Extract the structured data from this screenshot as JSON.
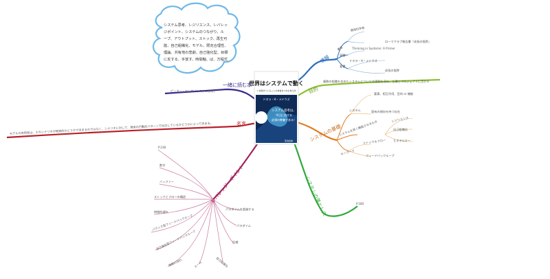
{
  "cloud": {
    "lines": [
      "システム思考、レジリエンス、レバレッ",
      "ジポイント、システムのつながり、ル",
      "ープ、アウトプット、ストック、再生可",
      "能、自己組織化、モデル、限定合理性、",
      "理論、共有地の悲劇、自己強化型、目標",
      "に反する、手放す、時間軸、ば、方程式"
    ]
  },
  "center": {
    "title": "世界はシステムで動く",
    "subtitle": "いま起きていることの本質をつかむ考え方",
    "author": "ドネラ・H・メドウズ",
    "bubble1": "システム思考は、",
    "bubble2": "今日における",
    "bubble3": "必須の教養である！",
    "publisher": "英治出版"
  },
  "branches": {
    "info": {
      "label": "情報",
      "children": [
        {
          "label": "著者",
          "leaves": [
            "環境科学者",
            "ローマクラブ報告書『成長の限界』"
          ]
        },
        {
          "label": "原題",
          "leaves": [
            "Thinking in Systems: A Primer"
          ]
        },
        {
          "label": "著書",
          "leaves": [
            "ドネラ・H・メドウズ",
            "成長の限界"
          ]
        }
      ]
    },
    "purpose": {
      "label": "目的",
      "text": "複数の組織を含めたシステムについての理解を深め、仕事とプロジェクトに活かす"
    },
    "basics": {
      "label": "システムの基礎",
      "children": [
        {
          "label": "システム",
          "leaves": [
            "要素、相互作用、目的 or 機能",
            "固有の傾向を持つ存在"
          ]
        },
        {
          "label": "システムを良く機能させるもの",
          "leaves": [
            "レジリエンス",
            "自己組織化",
            "ヒエラルキー"
          ]
        },
        {
          "label": "キーワード",
          "leaves": [
            "ストック＆フロー",
            "フィードバックループ"
          ]
        }
      ]
    },
    "rigid": {
      "label": "システムの落とし穴",
      "leaves": [
        "P.180"
      ]
    },
    "leverage": {
      "label": "レバレッジ・ポイント",
      "leaves": [
        "P.238",
        "数字",
        "バッファー",
        "ストックとフローの構造",
        "時間的遅れ",
        "バランス型フィードバックループ",
        "自己強化型フィードバックループ",
        "情報の流れ",
        "ルール",
        "自己組織化",
        "目標",
        "パラダイム",
        "パラダイムを超越する"
      ]
    },
    "quote": {
      "label": "名言",
      "text": "モデルの有用性は、そのシナリオが現実的かどうかで決まるのではなく、シナリオに対して、現実の行動的パターンで反応しているかどうかによって決まる。"
    },
    "related": {
      "label": "一緒に読む本",
      "leaves": [
        "ピーター・センゲ『システム思考』"
      ]
    }
  },
  "colors": {
    "info": "#2a6ebb",
    "purpose": "#8bbf2f",
    "basics": "#e07c1f",
    "rigid": "#2fa83a",
    "leverage": "#a0245a",
    "quote": "#b8202a",
    "related": "#3a2a8c",
    "cover_bg": "#0f2a55"
  }
}
